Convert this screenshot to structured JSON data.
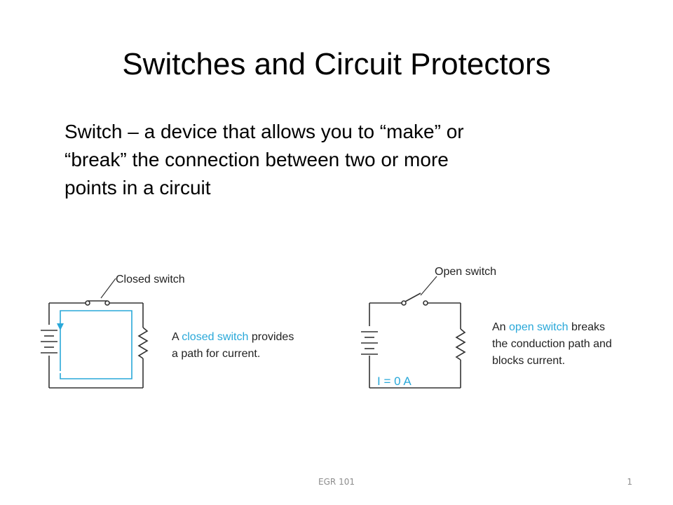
{
  "slide": {
    "title": "Switches and Circuit Protectors",
    "body_lines": [
      "Switch – a device that allows you to “make” or",
      "“break” the connection between two or more",
      "points in a circuit"
    ]
  },
  "figure": {
    "closed": {
      "label": "Closed switch",
      "caption_prefix": "A ",
      "caption_highlight": "closed switch",
      "caption_rest_1": " provides",
      "caption_line2": "a path for current."
    },
    "open": {
      "label": "Open switch",
      "caption_prefix": "An ",
      "caption_highlight": "open switch",
      "caption_rest_1": " breaks",
      "caption_line2": "the conduction path and",
      "caption_line3": "blocks current.",
      "current_label": "I = 0 A"
    },
    "colors": {
      "wire": "#333333",
      "accent": "#29a8d9"
    }
  },
  "footer": {
    "course": "EGR 101",
    "page_number": "1"
  }
}
